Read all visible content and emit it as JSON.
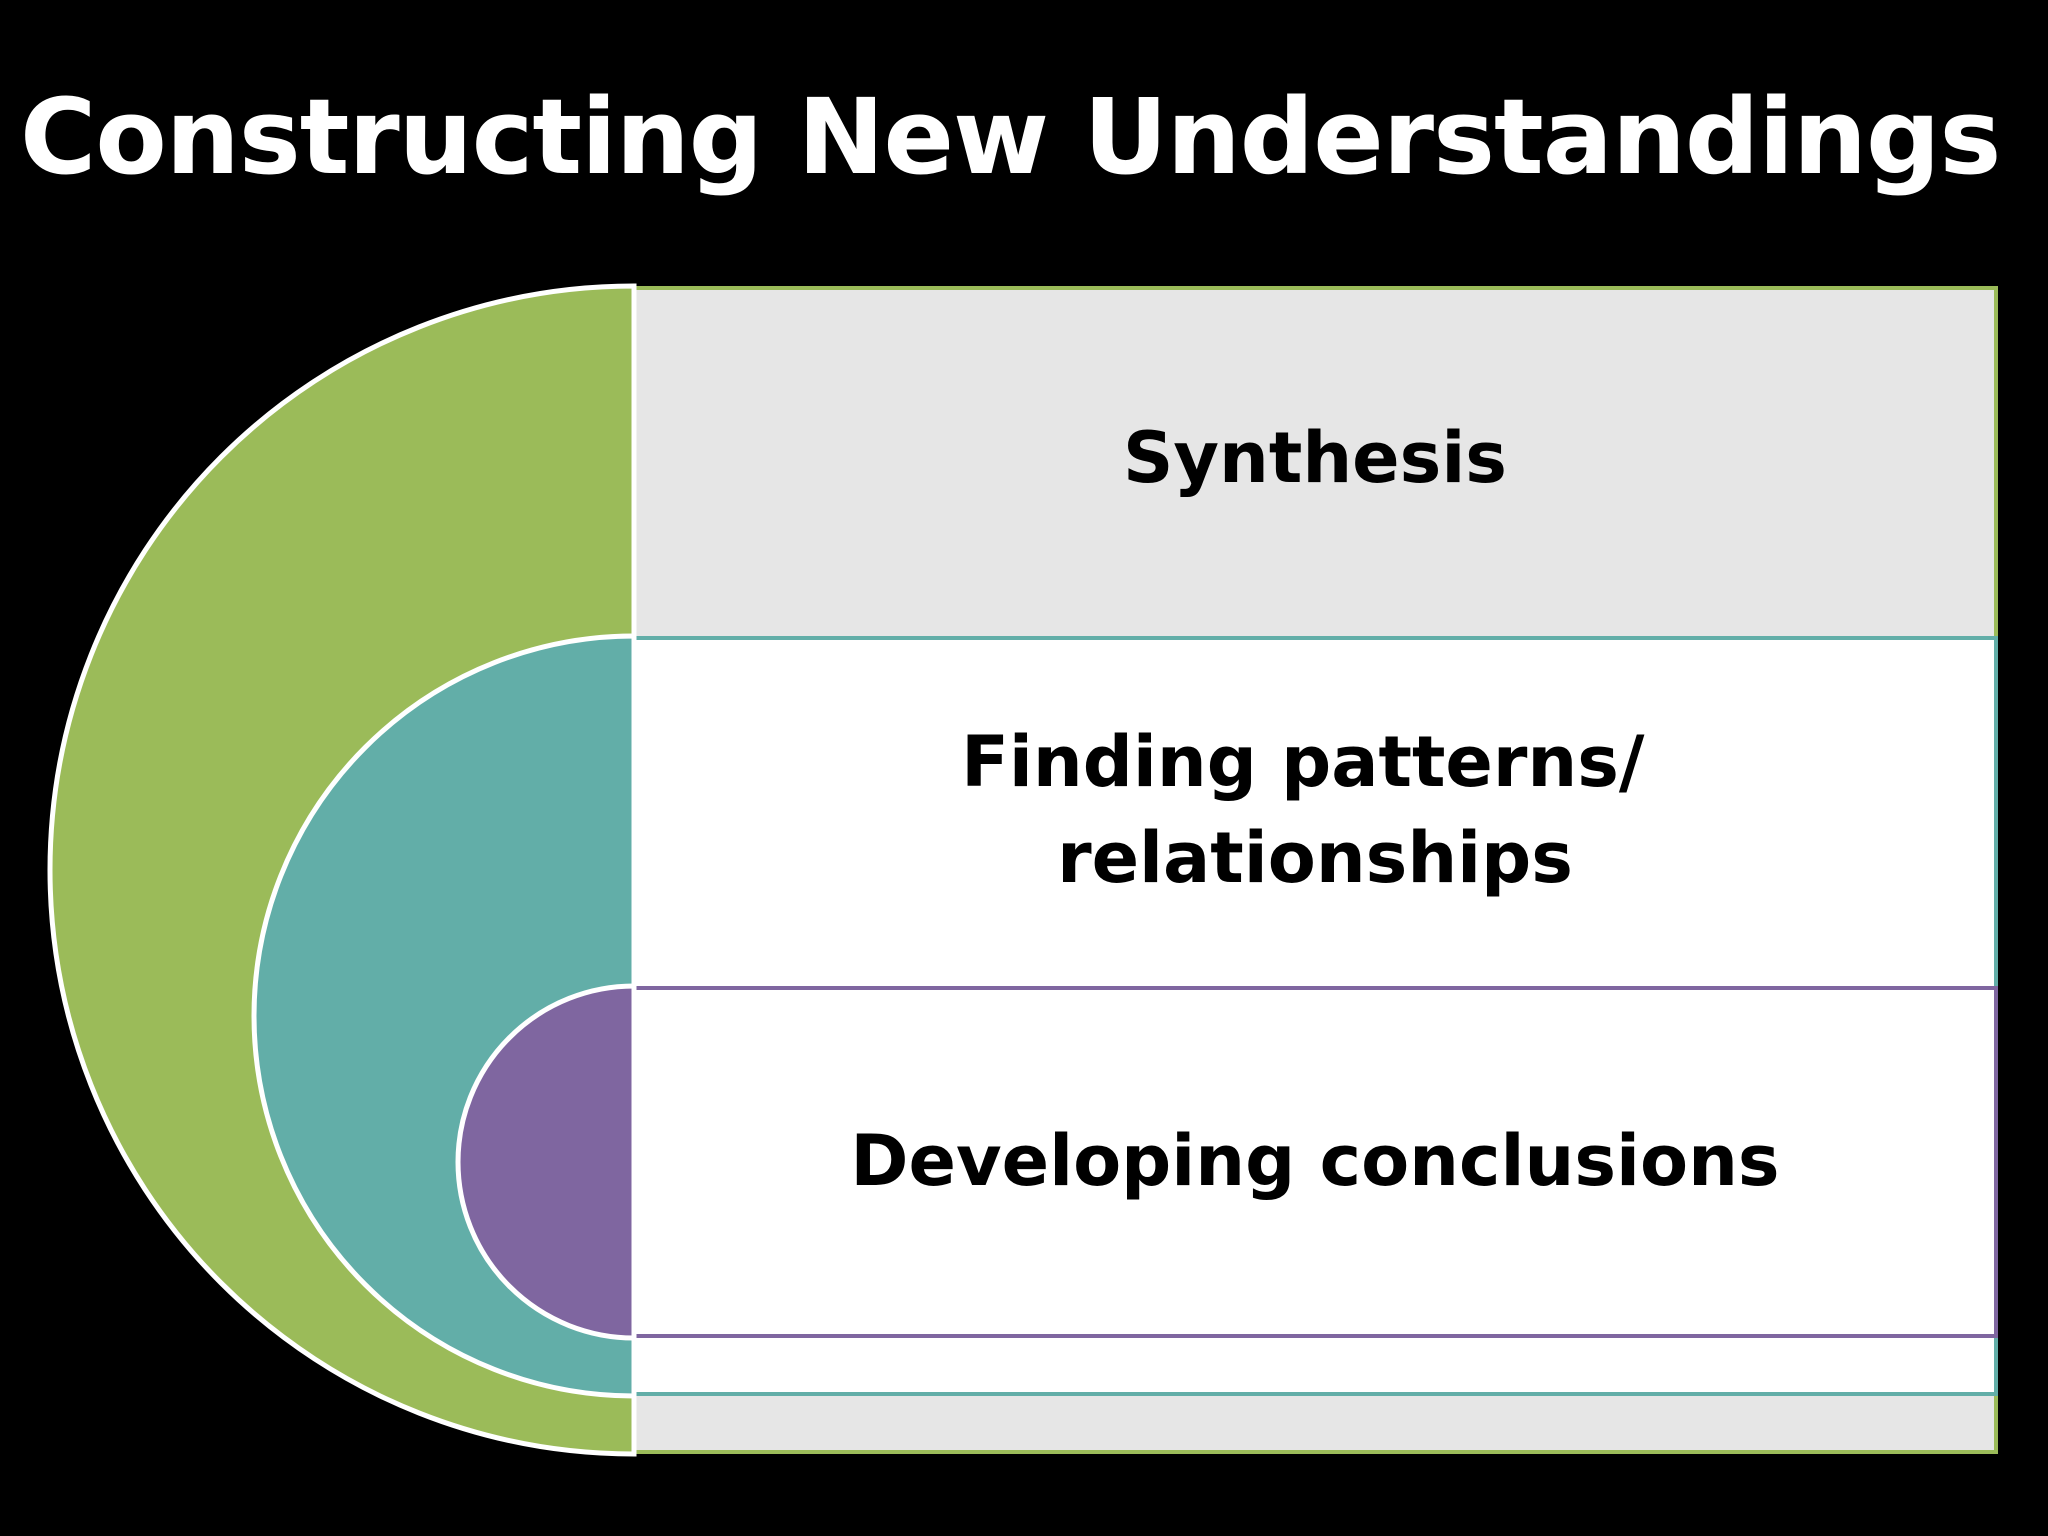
{
  "slide": {
    "title": "Constructing New Understandings"
  },
  "diagram": {
    "type": "nested-arc-list",
    "levels": [
      {
        "label": "Synthesis",
        "lines": [
          "Synthesis"
        ],
        "arc_color": "#9BBB59",
        "panel_color": "#E6E6E6",
        "border_color": "#9BBB59"
      },
      {
        "label": "Finding patterns/ relationships",
        "lines": [
          "Finding patterns/",
          "relationships"
        ],
        "arc_color": "#62AEA8",
        "panel_color": "#FFFFFF",
        "border_color": "#62AEA8"
      },
      {
        "label": "Developing conclusions",
        "lines": [
          "Developing conclusions"
        ],
        "arc_color": "#7F66A0",
        "panel_color": "#FFFFFF",
        "border_color": "#7F66A0"
      }
    ]
  },
  "colors": {
    "background": "#000000",
    "title_text": "#FFFFFF",
    "label_text": "#000000",
    "arc_outline": "#FFFFFF"
  }
}
